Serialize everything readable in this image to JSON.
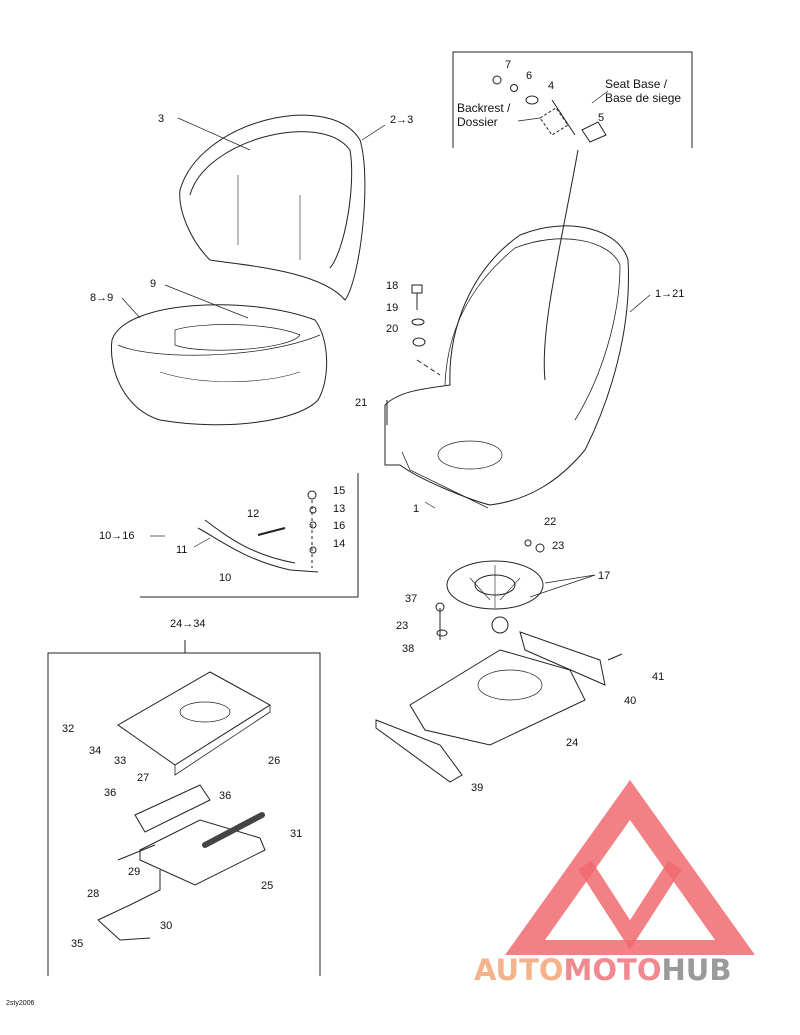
{
  "labels": {
    "l7": "7",
    "l6": "6",
    "l4": "4",
    "l5": "5",
    "seat_base": "Seat Base /",
    "base_de_siege": "Base de siege",
    "backrest": "Backrest /",
    "dossier": "Dossier",
    "l3": "3",
    "l2_3": "2→3",
    "l9": "9",
    "l8_9": "8→9",
    "l1_21": "1→21",
    "l18": "18",
    "l19": "19",
    "l20": "20",
    "l21": "21",
    "l1": "1",
    "l15": "15",
    "l13": "13",
    "l16": "16",
    "l14": "14",
    "l12": "12",
    "l10_16": "10→16",
    "l11": "11",
    "l10": "10",
    "l22": "22",
    "l23": "23",
    "l17": "17",
    "l24_34": "24→34",
    "l37": "37",
    "l23b": "23",
    "l38": "38",
    "l41": "41",
    "l40": "40",
    "l24": "24",
    "l39": "39",
    "l32": "32",
    "l34": "34",
    "l33": "33",
    "l26": "26",
    "l27": "27",
    "l36a": "36",
    "l36b": "36",
    "l31": "31",
    "l29": "29",
    "l25": "25",
    "l28": "28",
    "l30": "30",
    "l35": "35"
  },
  "drawing_code": "2sty2006",
  "watermark": {
    "part1": "AUTO",
    "part2": "MOTO",
    "part3": "HUB"
  },
  "colors": {
    "line": "#222222",
    "logo_red": "#f06a70",
    "logo_orange": "#f4b38a",
    "logo_gray": "#9a9a9a"
  }
}
